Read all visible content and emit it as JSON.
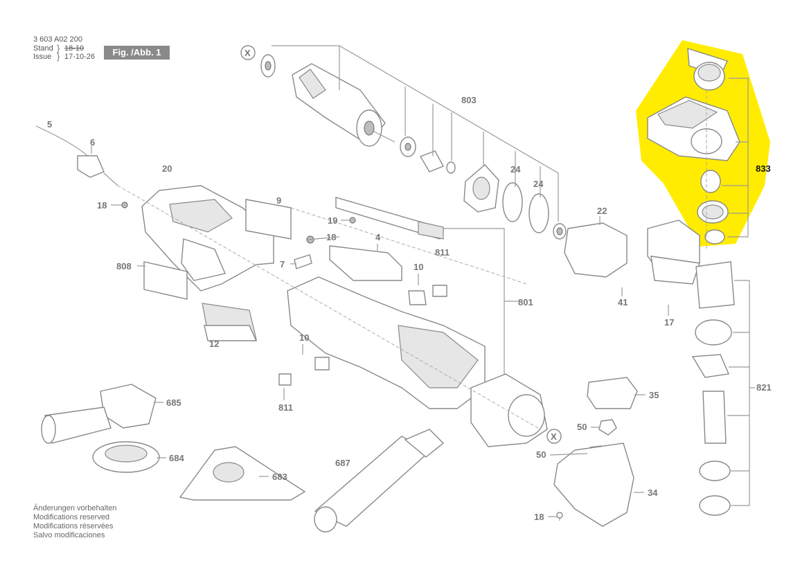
{
  "header": {
    "part_number": "3 603 A02 200",
    "stand_label": "Stand",
    "issue_label": "Issue",
    "stand_value": "18-10",
    "issue_value": "17-10-26",
    "figure_label": "Fig. /Abb. 1"
  },
  "footer_notes": [
    "Änderungen vorbehalten",
    "Modifications reserved",
    "Modifications réservées",
    "Salvo modificaciones"
  ],
  "part_labels": {
    "p5": "5",
    "p6": "6",
    "p20": "20",
    "p18a": "18",
    "p9": "9",
    "p808": "808",
    "p19": "19",
    "p18b": "18",
    "p4": "4",
    "p7": "7",
    "p10a": "10",
    "p811a": "811",
    "p12": "12",
    "p10b": "10",
    "p811b": "811",
    "p801": "801",
    "p803": "803",
    "p24a": "24",
    "p24b": "24",
    "p22": "22",
    "p41": "41",
    "p17": "17",
    "p833": "833",
    "p821": "821",
    "p35": "35",
    "p50a": "50",
    "p50b": "50",
    "p34": "34",
    "p18c": "18",
    "p685": "685",
    "p684": "684",
    "p683": "683",
    "p687": "687",
    "x1": "X",
    "x2": "X"
  },
  "highlight": {
    "part": "833",
    "color": "#ffec00"
  }
}
